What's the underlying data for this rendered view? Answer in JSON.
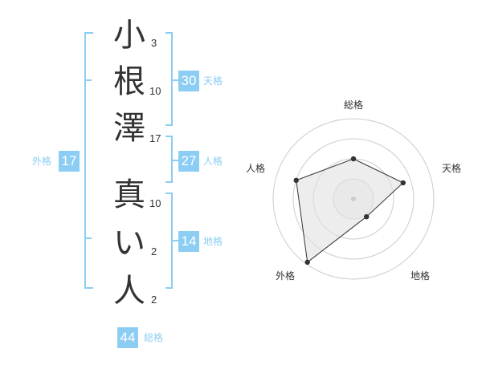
{
  "characters": [
    {
      "char": "小",
      "strokes": "3"
    },
    {
      "char": "根",
      "strokes": "10"
    },
    {
      "char": "澤",
      "strokes": "17"
    },
    {
      "char": "真",
      "strokes": "10"
    },
    {
      "char": "い",
      "strokes": "2"
    },
    {
      "char": "人",
      "strokes": "2"
    }
  ],
  "fortunes": {
    "tenkaku": {
      "value": "30",
      "label": "天格"
    },
    "jinkaku": {
      "value": "27",
      "label": "人格"
    },
    "chikaku": {
      "value": "14",
      "label": "地格"
    },
    "gaikaku": {
      "value": "17",
      "label": "外格"
    },
    "soukaku": {
      "value": "44",
      "label": "総格"
    }
  },
  "colors": {
    "accent": "#8ccdf4",
    "text": "#333333",
    "grid": "#cccccc"
  },
  "chart_data": {
    "type": "radar",
    "axes": [
      "総格",
      "天格",
      "地格",
      "外格",
      "人格"
    ],
    "max": 4,
    "rings": 4,
    "values": [
      2.0,
      2.6,
      1.1,
      3.9,
      3.0
    ]
  }
}
